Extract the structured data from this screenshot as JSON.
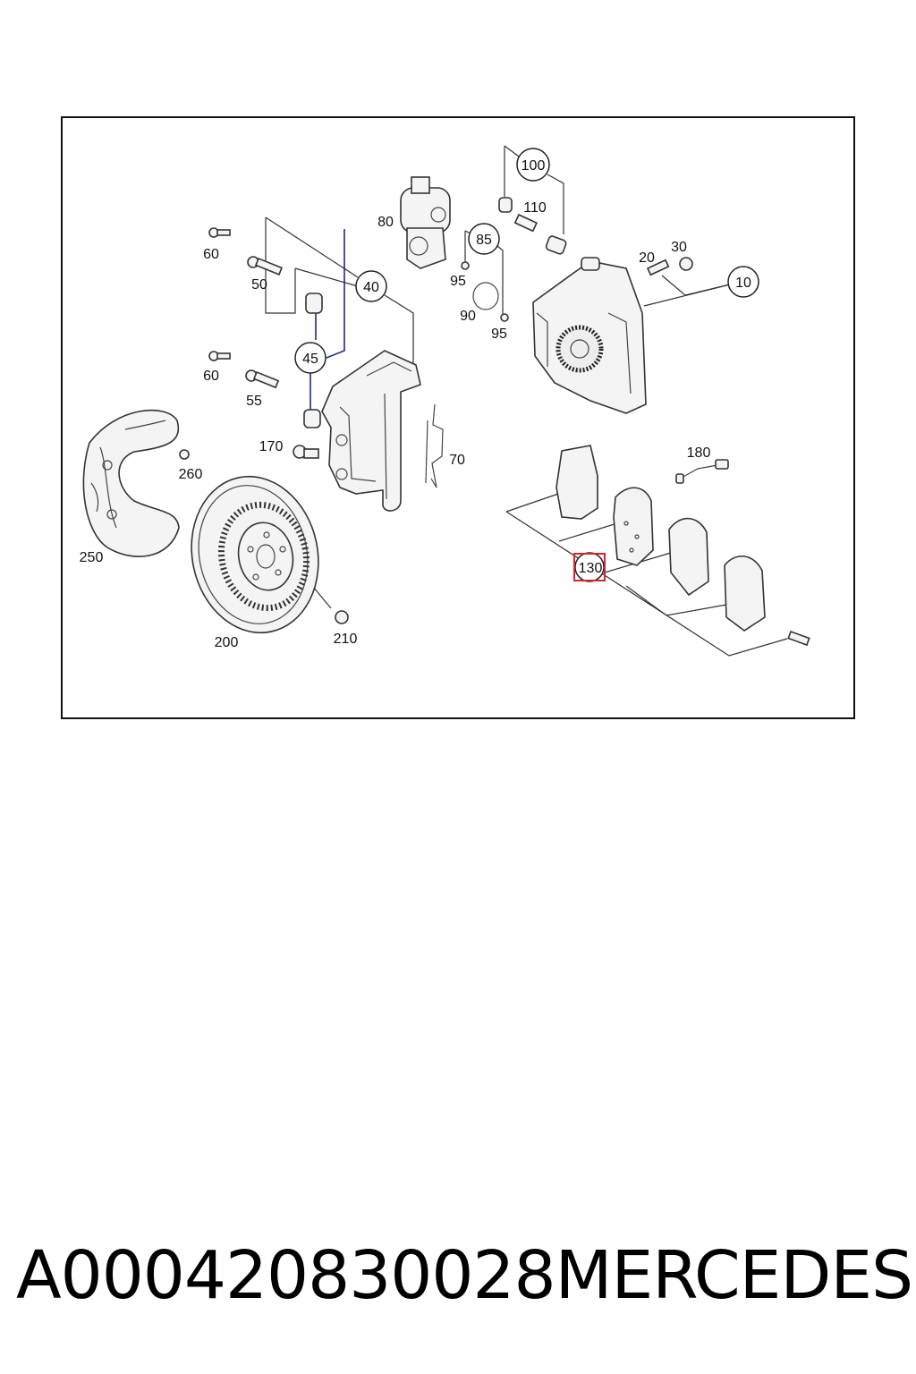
{
  "diagram": {
    "labels": {
      "l10": "10",
      "l20": "20",
      "l30": "30",
      "l40": "40",
      "l45": "45",
      "l50": "50",
      "l55": "55",
      "l60a": "60",
      "l60b": "60",
      "l70": "70",
      "l80": "80",
      "l85": "85",
      "l90": "90",
      "l95a": "95",
      "l95b": "95",
      "l100": "100",
      "l110": "110",
      "l130": "130",
      "l170": "170",
      "l180": "180",
      "l200": "200",
      "l210": "210",
      "l250": "250",
      "l260": "260"
    },
    "highlight_color": "#d9232d"
  },
  "footer": {
    "part_number": "A000420830028",
    "brand": "MERCEDES"
  }
}
